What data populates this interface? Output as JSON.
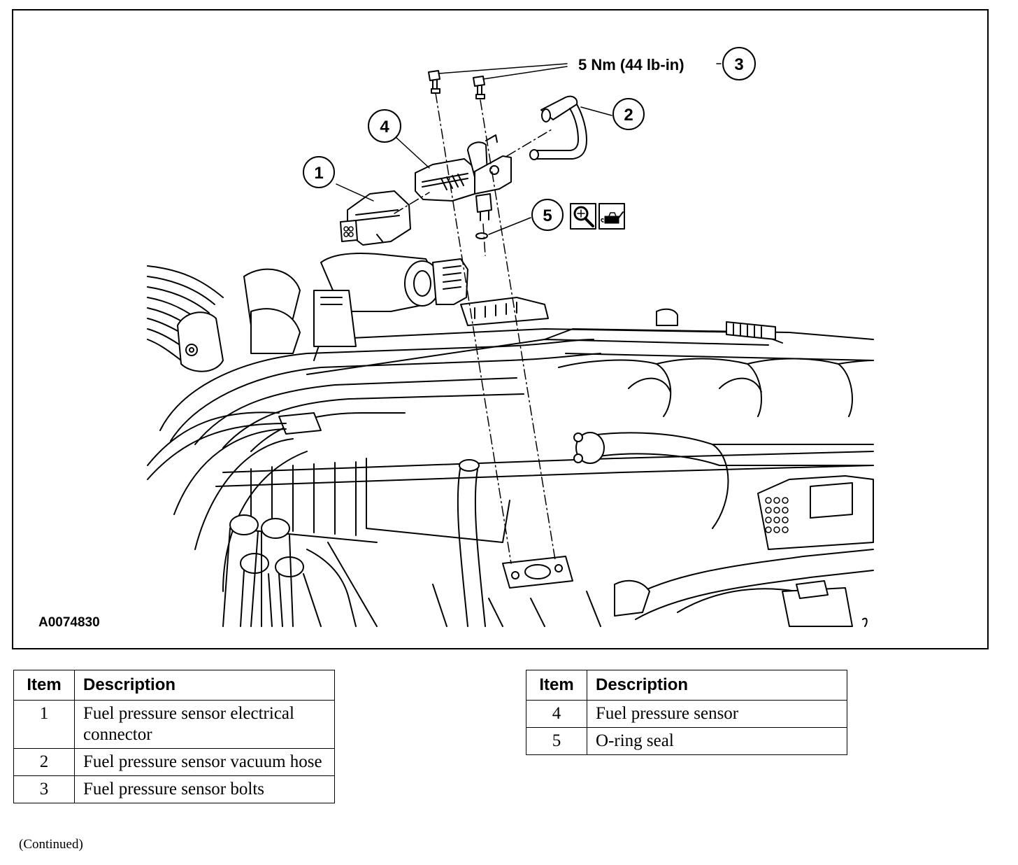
{
  "figure": {
    "id_label": "A0074830",
    "torque_spec": "5 Nm (44 lb-in)",
    "callouts": [
      "1",
      "2",
      "3",
      "4",
      "5"
    ],
    "symbol_icons": [
      "inspect-magnifier-icon",
      "lubricate-oil-can-icon"
    ]
  },
  "tables": {
    "headers": {
      "item": "Item",
      "description": "Description"
    },
    "left": [
      {
        "item": "1",
        "description": "Fuel pressure sensor electrical connector"
      },
      {
        "item": "2",
        "description": "Fuel pressure sensor vacuum hose"
      },
      {
        "item": "3",
        "description": "Fuel pressure sensor bolts"
      }
    ],
    "right": [
      {
        "item": "4",
        "description": "Fuel pressure sensor"
      },
      {
        "item": "5",
        "description": "O-ring seal"
      }
    ]
  },
  "footer": {
    "continued": "(Continued)"
  }
}
